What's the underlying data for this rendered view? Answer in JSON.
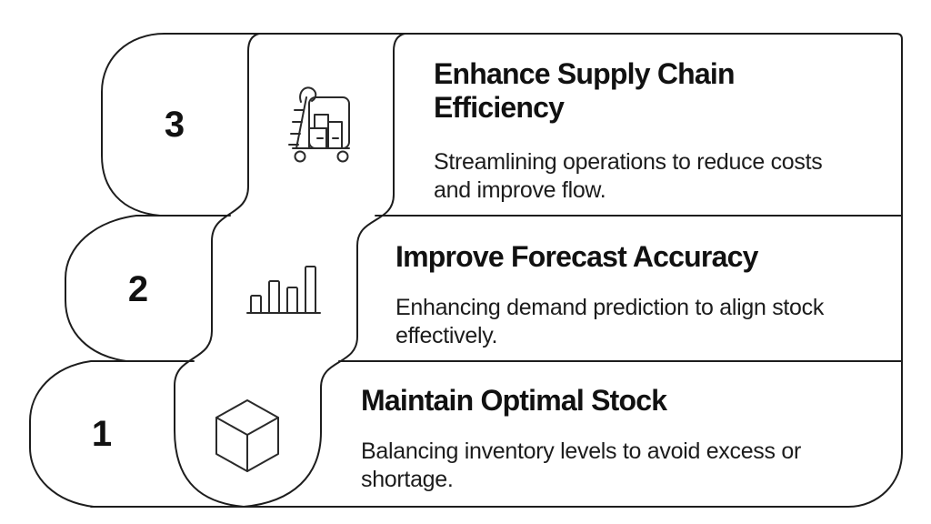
{
  "figure": {
    "background": "#ffffff",
    "stroke_color": "#1d1d1d",
    "text_color": "#111111",
    "type": "stepped process infographic",
    "step_count": 3
  },
  "rows": [
    {
      "number": "3",
      "icon": "cart-boxes-icon",
      "title": "Enhance Supply Chain\nEfficiency",
      "description": "Streamlining operations to reduce costs\nand improve flow."
    },
    {
      "number": "2",
      "icon": "bar-chart-icon",
      "title": "Improve Forecast Accuracy",
      "description": "Enhancing demand prediction to align stock\neffectively."
    },
    {
      "number": "1",
      "icon": "cube-icon",
      "title": "Maintain Optimal Stock",
      "description": "Balancing inventory levels to avoid excess or\nshortage."
    }
  ]
}
